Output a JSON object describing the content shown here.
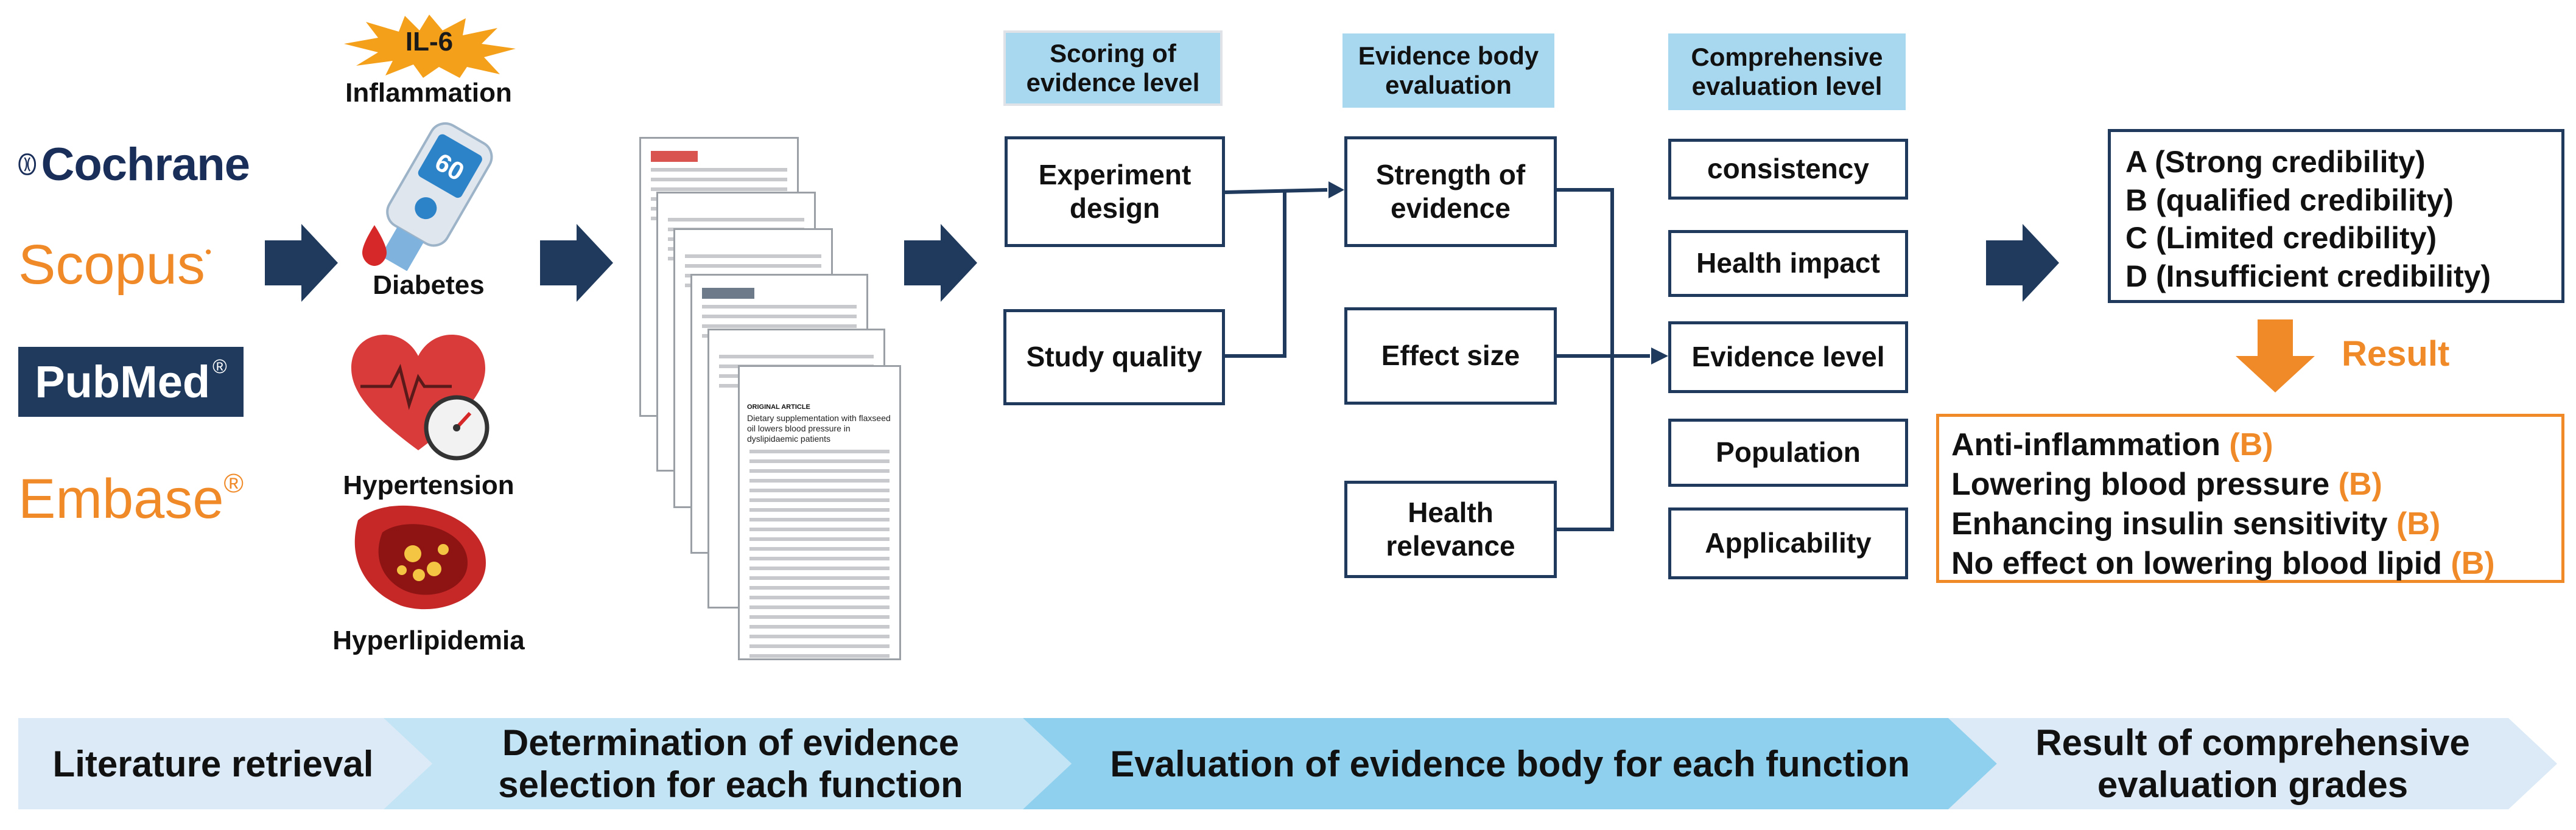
{
  "databases": [
    {
      "name": "Cochrane",
      "color": "#1a2e5a"
    },
    {
      "name": "Scopus",
      "color": "#f08a28"
    },
    {
      "name": "PubMed",
      "color": "#ffffff",
      "bg": "#1f3a5c"
    },
    {
      "name": "Embase",
      "color": "#f08a28"
    }
  ],
  "functions": {
    "il6_badge": "IL-6",
    "inflammation": "Inflammation",
    "diabetes": "Diabetes",
    "hypertension": "Hypertension",
    "hyperlipidemia": "Hyperlipidemia"
  },
  "evidence_paper": {
    "label": "ORIGINAL ARTICLE",
    "title": "Dietary supplementation with flaxseed oil lowers blood pressure in dyslipidaemic patients"
  },
  "columns": {
    "scoring_header": "Scoring of evidence level",
    "body_header": "Evidence body evaluation",
    "comprehensive_header": "Comprehensive evaluation level"
  },
  "scoring": {
    "experiment_design": "Experiment design",
    "study_quality": "Study quality"
  },
  "evidence_body": {
    "strength": "Strength of evidence",
    "effect_size": "Effect size",
    "health_relevance": "Health relevance"
  },
  "comprehensive": {
    "consistency": "consistency",
    "health_impact": "Health impact",
    "evidence_level": "Evidence level",
    "population": "Population",
    "applicability": "Applicability"
  },
  "grades": {
    "a": "A  (Strong credibility)",
    "b": "B  (qualified credibility)",
    "c": "C  (Limited credibility)",
    "d": "D  (Insufficient credibility)"
  },
  "result_label": "Result",
  "results": [
    {
      "text": "Anti-inflammation ",
      "grade": "(B)"
    },
    {
      "text": "Lowering blood pressure ",
      "grade": "(B)"
    },
    {
      "text": "Enhancing insulin sensitivity ",
      "grade": "(B)"
    },
    {
      "text": "No effect on lowering blood lipid ",
      "grade": "(B)"
    }
  ],
  "stages": {
    "s1": "Literature retrieval",
    "s2": "Determination of evidence selection for each function",
    "s3": "Evaluation of evidence body for each function",
    "s4": "Result of comprehensive evaluation grades"
  },
  "colors": {
    "navy": "#1f3a5c",
    "header_blue": "#a8d8f0",
    "orange": "#f08a28",
    "stage1": "#dbeaf6",
    "stage2": "#c3e4f5",
    "stage3": "#8fd0ee",
    "stage4": "#dbeaf6"
  }
}
